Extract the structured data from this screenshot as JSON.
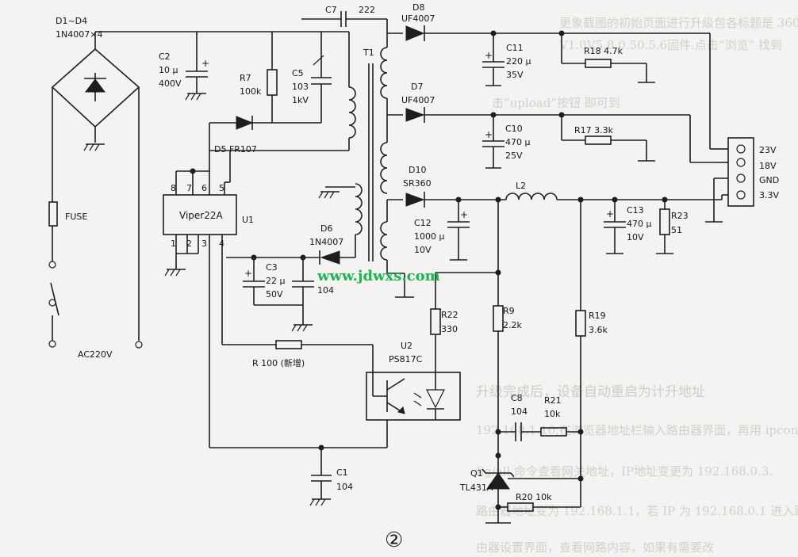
{
  "watermark": "www.jdwxs.com",
  "figure_number": "②",
  "labels": {
    "d1d4_a": "D1~D4",
    "d1d4_b": "1N4007×4",
    "fuse": "FUSE",
    "ac": "AC220V",
    "c2_a": "C2",
    "c2_b": "10 μ",
    "c2_c": "400V",
    "r7_a": "R7",
    "r7_b": "100k",
    "c5_a": "C5",
    "c5_b": "103",
    "c5_c": "1kV",
    "c7": "C7",
    "c7_val": "222",
    "t1": "T1",
    "d5": "D5  FR107",
    "ic": "Viper22A",
    "u1": "U1",
    "pin8": "8",
    "pin7": "7",
    "pin6": "6",
    "pin5": "5",
    "pin1": "1",
    "pin2": "2",
    "pin3": "3",
    "pin4": "4",
    "d6_a": "D6",
    "d6_b": "1N4007",
    "c3_a": "C3",
    "c3_b": "22 μ",
    "c3_c": "50V",
    "c3b": "104",
    "r_new": "R  100 (新增)",
    "u2_a": "U2",
    "u2_b": "PS817C",
    "c1_a": "C1",
    "c1_b": "104",
    "d8_a": "D8",
    "d8_b": "UF4007",
    "c11_a": "C11",
    "c11_b": "220 μ",
    "c11_c": "35V",
    "r18": "R18  4.7k",
    "d7_a": "D7",
    "d7_b": "UF4007",
    "c10_a": "C10",
    "c10_b": "470 μ",
    "c10_c": "25V",
    "r17": "R17  3.3k",
    "d10_a": "D10",
    "d10_b": "SR360",
    "c12_a": "C12",
    "c12_b": "1000 μ",
    "c12_c": "10V",
    "l2": "L2",
    "c13_a": "C13",
    "c13_b": "470 μ",
    "c13_c": "10V",
    "r23_a": "R23",
    "r23_b": "51",
    "out_23v": "23V",
    "out_18v": "18V",
    "out_gnd": "GND",
    "out_33v": "3.3V",
    "r22_a": "R22",
    "r22_b": "330",
    "r9_a": "R9",
    "r9_b": "2.2k",
    "r19_a": "R19",
    "r19_b": "3.6k",
    "c8_a": "C8",
    "c8_b": "104",
    "r21_a": "R21",
    "r21_b": "10k",
    "q1_a": "Q1",
    "q1_b": "TL431A",
    "r20": "R20  10k"
  },
  "background_text": {
    "top_line1": "更象截图的初始页面进行升级包各标题是 360",
    "top_line2": "V1.0V5.8.0.50.5.6固件.点击“浏览” 找到",
    "top_line3": "击“upload”按钮 即可到",
    "body_line1": "升级完成后，设备自动重启为计升地址",
    "body_line2": "192.168.1.10,在浏览器地址栏输入路由器界面，再用 ipcon-",
    "body_line3": "fig/all 命令查看网关地址，IP地址变更为 192.168.0.3.",
    "body_line4": "路由器地址变为 192.168.1.1，若 IP 为 192.168.0.1 进入路",
    "body_line5": "由器设置界面，查看网路内容，如果有需要改"
  }
}
